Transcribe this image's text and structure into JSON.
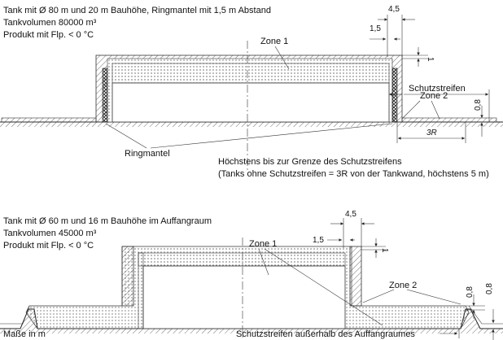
{
  "top": {
    "title_lines": [
      "Tank mit Ø 80 m und 20 m Bauhöhe, Ringmantel mit 1,5 m Abstand",
      "Tankvolumen 80000 m³",
      "Produkt mit Flp. < 0 °C"
    ],
    "zone1": "Zone 1",
    "zone2": "Zone 2",
    "schutzstreifen": "Schutzstreifen",
    "ringmantel": "Ringmantel",
    "dim_45": "4,5",
    "dim_15": "1,5",
    "dim_1": "1",
    "dim_08": "0,8",
    "dim_3r": "3R",
    "note_lines": [
      "Höchstens bis zur Grenze des Schutzstreifens",
      "(Tanks ohne Schutzstreifen = 3R von der Tankwand, höchstens 5 m)"
    ]
  },
  "bottom": {
    "title_lines": [
      "Tank mit Ø 60 m und 16 m Bauhöhe im Auffangraum",
      "Tankvolumen 45000 m³",
      "Produkt mit Flp. < 0 °C"
    ],
    "zone1": "Zone 1",
    "zone2": "Zone 2",
    "dim_45": "4,5",
    "dim_15": "1,5",
    "dim_1": "1",
    "dim_08a": "0,8",
    "dim_08b": "0,8",
    "masse": "Maße in m",
    "schutzstreifen_note": "Schutzstreifen außerhalb des Auffangraumes"
  }
}
